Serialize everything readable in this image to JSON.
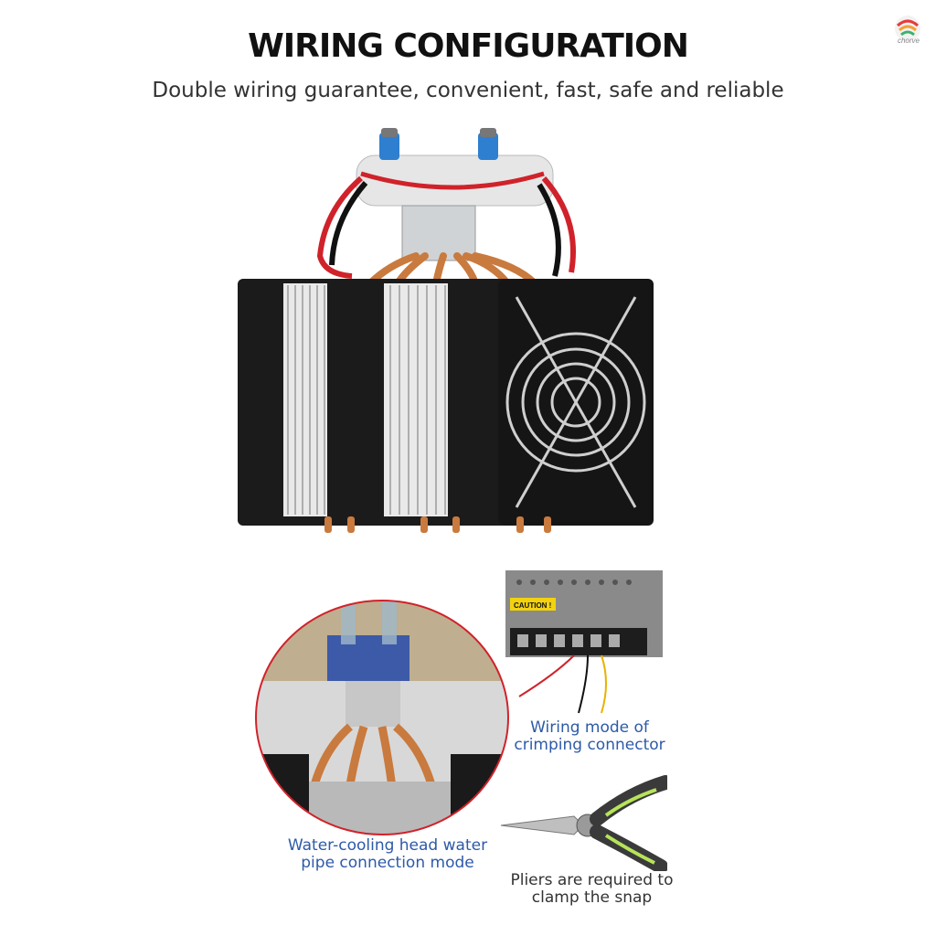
{
  "header": {
    "title": "WIRING CONFIGURATION",
    "subtitle": "Double wiring guarantee, convenient, fast, safe and reliable"
  },
  "brand": {
    "logo_text": "chorve"
  },
  "captions": {
    "wiring_mode": [
      "Wiring mode of",
      "crimping connector"
    ],
    "water_cooling": [
      "Water-cooling head water",
      "pipe connection mode"
    ],
    "pliers": [
      "Pliers are required to",
      "clamp the snap"
    ]
  },
  "psu_label": "CAUTION !",
  "colors": {
    "caption_blue": "#2d5aa8",
    "copper": "#c97a3e",
    "red_wire": "#d0222a"
  },
  "icons": [
    "logo-icon",
    "thermoelectric-cooler-image",
    "water-head-closeup-image",
    "power-supply-image",
    "pliers-image"
  ]
}
